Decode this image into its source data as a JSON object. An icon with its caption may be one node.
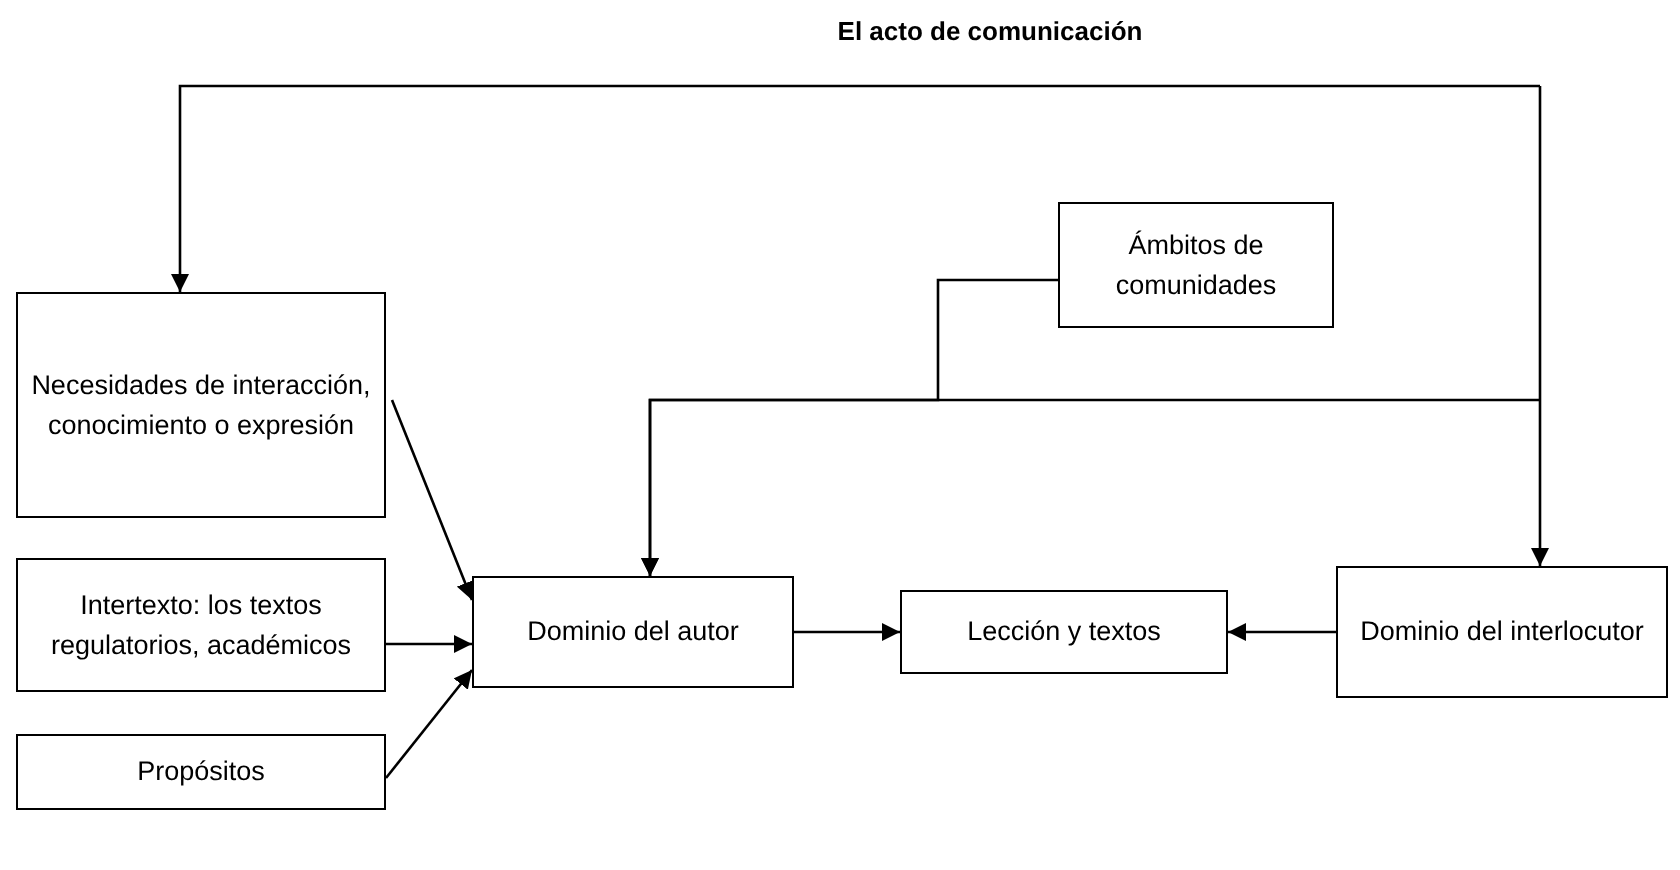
{
  "diagram": {
    "title": "El acto de comunicación",
    "nodes": [
      {
        "text": [
          "Necesidades de interacción, conocimiento o expresión"
        ]
      },
      {
        "text": [
          "Ámbitos de comunidades"
        ]
      },
      {
        "text": [
          "Intertexto: los textos regulatorios, académicos"
        ]
      },
      {
        "text": [
          "Propósitos"
        ]
      },
      {
        "text": [
          "Dominio del autor"
        ]
      },
      {
        "text": [
          "Lección y textos"
        ]
      },
      {
        "text": [
          "Dominio del interlocutor"
        ]
      }
    ],
    "edges": [
      {
        "from": null,
        "to": 0,
        "arrow": "to"
      },
      {
        "from": null,
        "to": 6,
        "arrow": "to"
      },
      {
        "from": null,
        "to": 4,
        "arrow": "to"
      },
      {
        "from": 1,
        "to": 4,
        "arrow": "to"
      },
      {
        "from": 0,
        "to": 4,
        "arrow": "to"
      },
      {
        "from": 2,
        "to": 4,
        "arrow": "to"
      },
      {
        "from": 3,
        "to": 4,
        "arrow": "to"
      },
      {
        "from": 4,
        "to": 5,
        "arrow": "to"
      },
      {
        "from": 6,
        "to": 5,
        "arrow": "to"
      }
    ]
  }
}
